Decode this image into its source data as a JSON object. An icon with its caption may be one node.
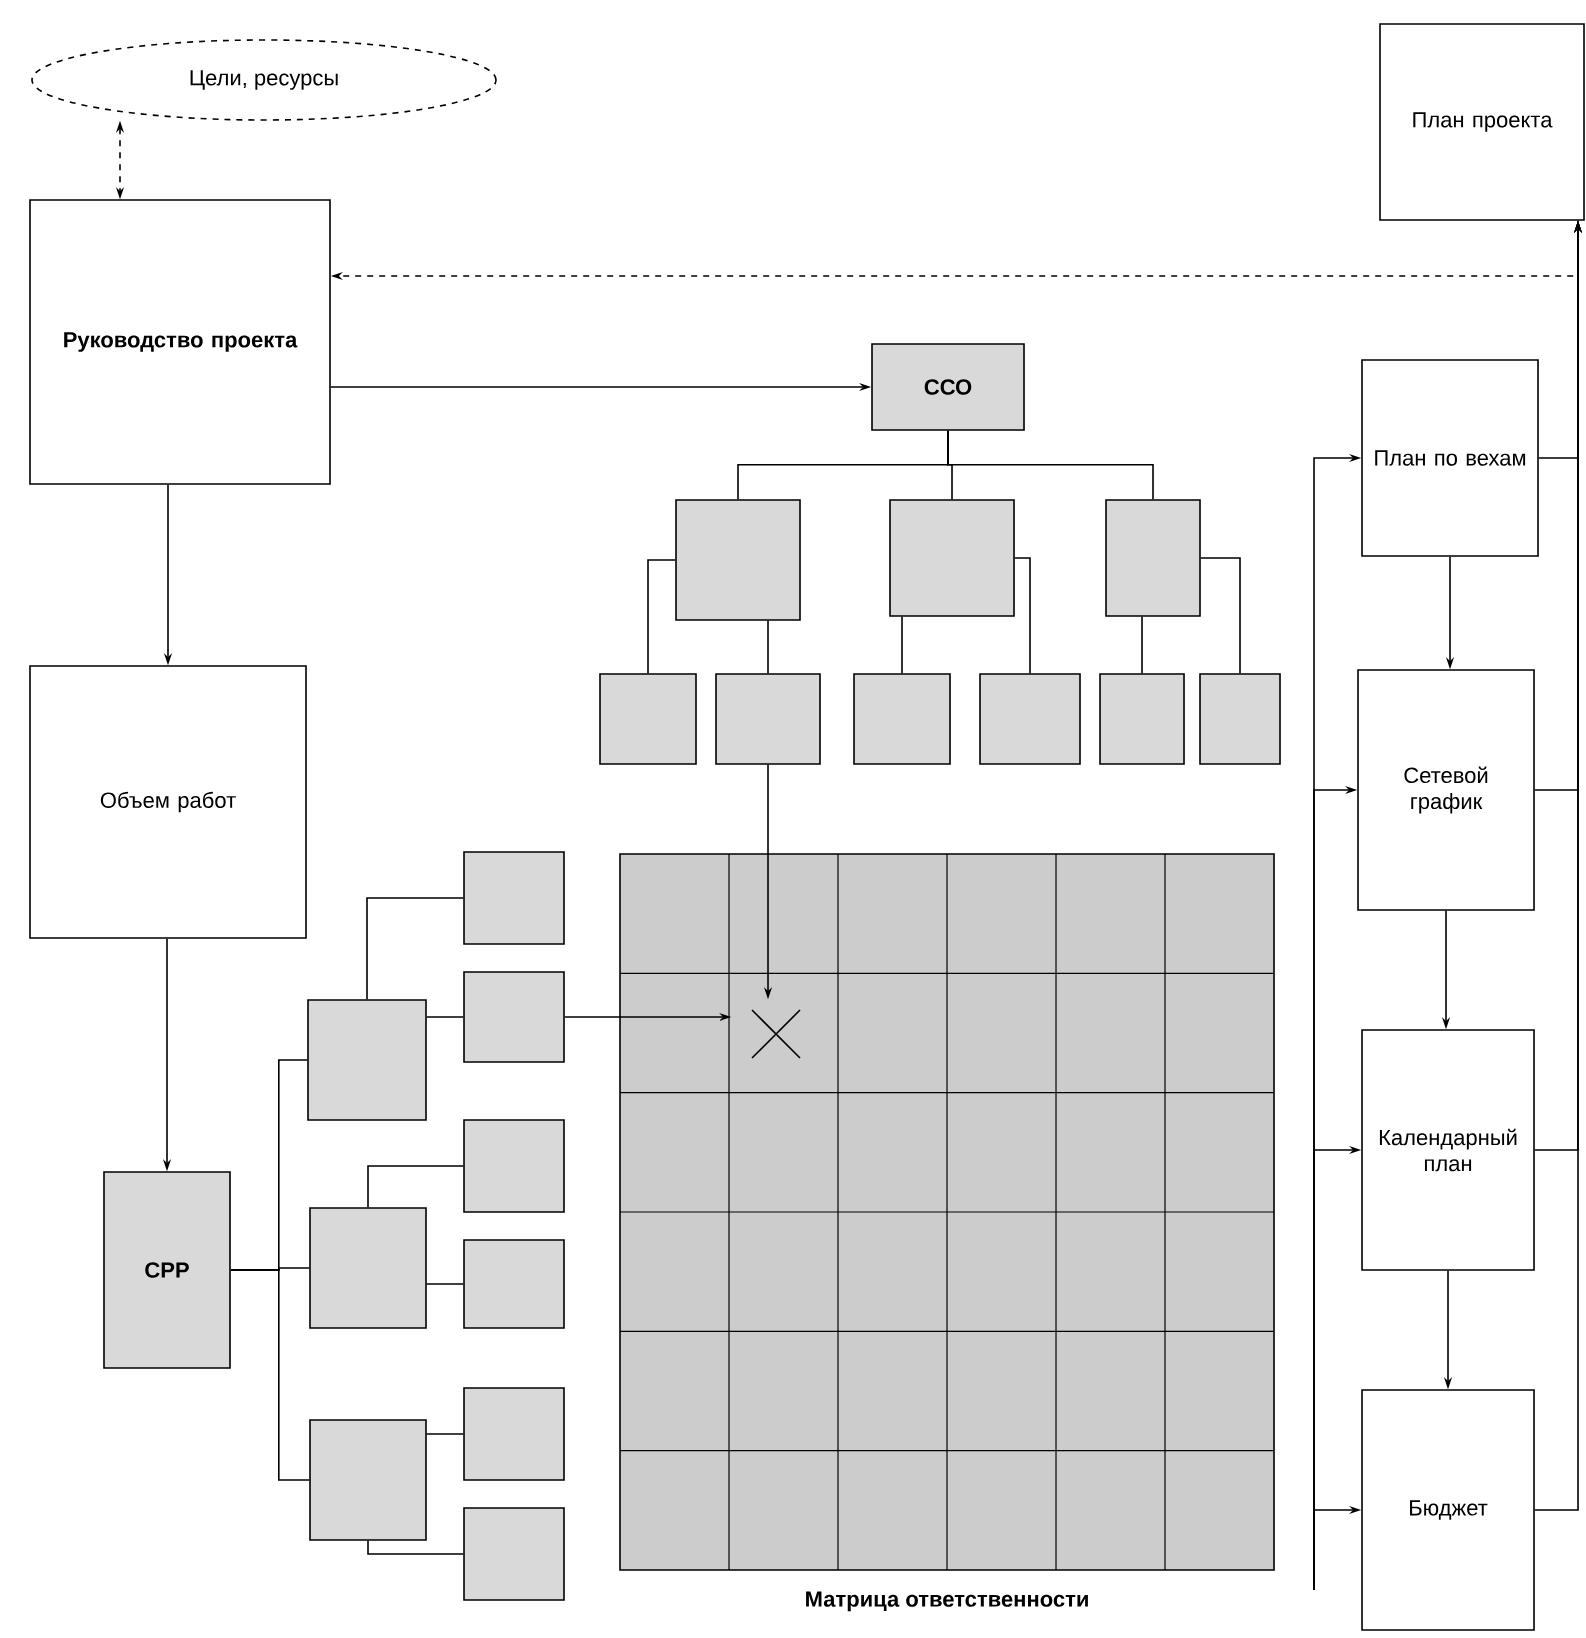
{
  "diagram": {
    "nodes": [
      {
        "text": [
          "Цели, ресурсы"
        ]
      },
      {
        "text": [
          "План проекта"
        ]
      },
      {
        "text": [
          "Руководство проекта"
        ]
      },
      {
        "text": [
          "ССО"
        ]
      },
      {
        "text": [
          "План по вехам"
        ]
      },
      {
        "text": [],
        "shape": "box"
      },
      {
        "text": [],
        "shape": "box"
      },
      {
        "text": [],
        "shape": "box"
      },
      {
        "text": [],
        "shape": "box"
      },
      {
        "text": [],
        "shape": "box"
      },
      {
        "text": [],
        "shape": "box"
      },
      {
        "text": [],
        "shape": "box"
      },
      {
        "text": [],
        "shape": "box"
      },
      {
        "text": [],
        "shape": "box"
      },
      {
        "text": [
          "Объем работ"
        ]
      },
      {
        "text": [
          "Сетевой график"
        ]
      },
      {
        "text": [
          "Матрица ответственности"
        ]
      },
      {
        "text": [],
        "shape": "box"
      },
      {
        "text": [],
        "shape": "box"
      },
      {
        "text": [],
        "shape": "box"
      },
      {
        "text": [],
        "shape": "box"
      },
      {
        "text": [],
        "shape": "box"
      },
      {
        "text": [],
        "shape": "box"
      },
      {
        "text": [],
        "shape": "box"
      },
      {
        "text": [],
        "shape": "box"
      },
      {
        "text": [],
        "shape": "box"
      },
      {
        "text": [
          "Календарный план"
        ]
      },
      {
        "text": [
          "СРР"
        ]
      },
      {
        "text": [
          "Бюджет"
        ]
      }
    ],
    "edges": [
      {
        "from": 0,
        "to": 2,
        "arrow": "both",
        "style": "dashed"
      },
      {
        "from": 2,
        "to": 3,
        "arrow": "to"
      },
      {
        "from": 2,
        "to": 14,
        "arrow": "to"
      },
      {
        "from": 14,
        "to": 27,
        "arrow": "to"
      },
      {
        "from": 3,
        "to": 5,
        "arrow": "none"
      },
      {
        "from": 3,
        "to": 6,
        "arrow": "none"
      },
      {
        "from": 3,
        "to": 7,
        "arrow": "none"
      },
      {
        "from": 5,
        "to": 8,
        "arrow": "none"
      },
      {
        "from": 5,
        "to": 9,
        "arrow": "none"
      },
      {
        "from": 6,
        "to": 10,
        "arrow": "none"
      },
      {
        "from": 6,
        "to": 11,
        "arrow": "none"
      },
      {
        "from": 7,
        "to": 12,
        "arrow": "none"
      },
      {
        "from": 7,
        "to": 13,
        "arrow": "none"
      },
      {
        "from": 9,
        "to": 16,
        "arrow": "to"
      },
      {
        "from": 21,
        "to": 16,
        "arrow": "to"
      },
      {
        "from": 27,
        "to": 17,
        "arrow": "none"
      },
      {
        "from": 27,
        "to": 18,
        "arrow": "none"
      },
      {
        "from": 27,
        "to": 19,
        "arrow": "none"
      },
      {
        "from": 17,
        "to": 20,
        "arrow": "none"
      },
      {
        "from": 17,
        "to": 21,
        "arrow": "none"
      },
      {
        "from": 18,
        "to": 22,
        "arrow": "none"
      },
      {
        "from": 18,
        "to": 23,
        "arrow": "none"
      },
      {
        "from": 19,
        "to": 24,
        "arrow": "none"
      },
      {
        "from": 19,
        "to": 25,
        "arrow": "none"
      },
      {
        "from": 4,
        "to": 15,
        "arrow": "to"
      },
      {
        "from": 15,
        "to": 26,
        "arrow": "to"
      },
      {
        "from": 26,
        "to": 28,
        "arrow": "to"
      },
      {
        "from": null,
        "to": 4,
        "arrow": "to"
      },
      {
        "from": null,
        "to": 15,
        "arrow": "to"
      },
      {
        "from": null,
        "to": 26,
        "arrow": "to"
      },
      {
        "from": null,
        "to": 28,
        "arrow": "to"
      },
      {
        "from": 4,
        "to": 1,
        "arrow": "to"
      },
      {
        "from": 15,
        "to": 1,
        "arrow": "to"
      },
      {
        "from": 26,
        "to": 1,
        "arrow": "to"
      },
      {
        "from": 28,
        "to": 1,
        "arrow": "to"
      },
      {
        "from": 1,
        "to": 2,
        "arrow": "to",
        "style": "dashed"
      }
    ]
  }
}
